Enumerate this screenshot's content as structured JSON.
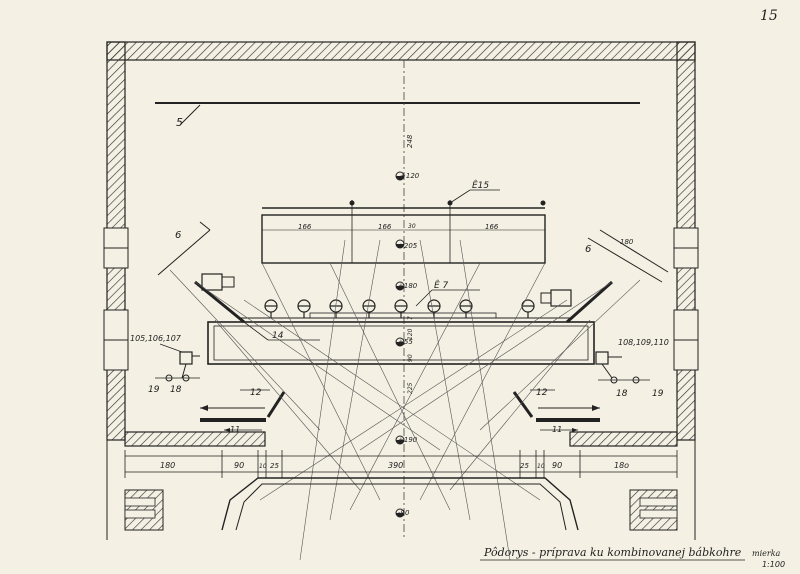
{
  "sheet": {
    "page_number": "15",
    "title": "Pôdorys - príprava ku kombinovanej bábkohre",
    "scale_label": "mierka",
    "scale_value": "1:100"
  },
  "labels": {
    "wall_5": "5",
    "side_6_left": "6",
    "side_6_right": "6",
    "bar_e15": "Ê15",
    "bar_e7": "Ê 7",
    "label_14": "14",
    "group_left": "105,106,107",
    "group_right": "108,109,110",
    "l19_left": "19",
    "l18_left": "18",
    "l18_right": "18",
    "l19_right": "19",
    "l12_left": "12",
    "l12_right": "12",
    "l11_left": "11",
    "l11_right": "11"
  },
  "dimensions": {
    "d166_a": "166",
    "d166_b": "166",
    "d166_c": "166",
    "d30": "30",
    "d248": "248",
    "d7": "7",
    "d120": "120",
    "d90": "90",
    "d225": "225",
    "d180_right": "180",
    "b180": "180",
    "b90_left": "90",
    "b10_left": "10",
    "b25_left": "25",
    "b390": "390",
    "b25_right": "25",
    "b10_right": "10",
    "b90_right": "90",
    "b180_right": "18o"
  },
  "levels": {
    "lv_120_top": "+120",
    "lv_205": "+205",
    "lv_180": "+180",
    "lv_55": "+55",
    "lv_190": "+190",
    "lv_minus90": "-90"
  }
}
